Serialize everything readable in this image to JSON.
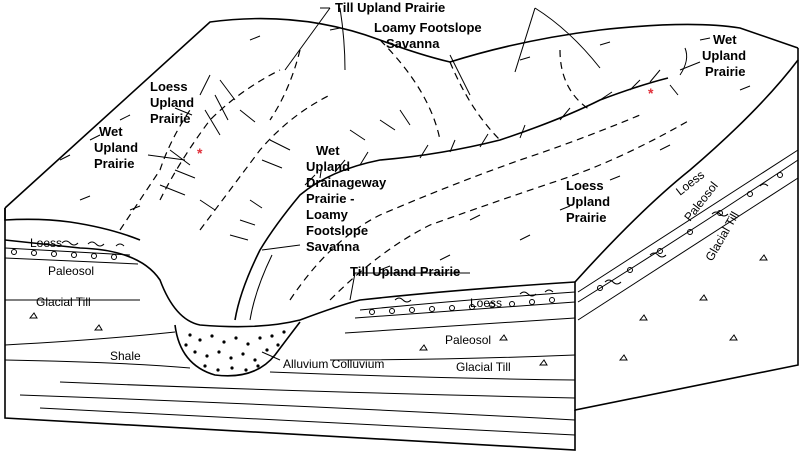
{
  "labels": {
    "till_upland_prairie_top": "Till Upland Prairie",
    "loamy_footslope_savanna_top": [
      "Loamy Footslope",
      "Savanna"
    ],
    "wet_upland_prairie_right": [
      "Wet",
      "Upland",
      "Prairie"
    ],
    "loess_upland_prairie_left": [
      "Loess",
      "Upland",
      "Prairie"
    ],
    "wet_upland_prairie_left": [
      "Wet",
      "Upland",
      "Prairie"
    ],
    "wet_upland_drainageway": [
      "Wet",
      "Upland",
      "Drainageway",
      "Prairie -",
      "Loamy",
      "Footslope",
      "Savanna"
    ],
    "loess_upland_prairie_right": [
      "Loess",
      "Upland",
      "Prairie"
    ],
    "till_upland_prairie_mid": "Till Upland Prairie"
  },
  "layers": {
    "loess_left": "Loess",
    "paleosol_left": "Paleosol",
    "glacial_till_left": "Glacial Till",
    "shale": "Shale",
    "alluvium_colluvium": "Alluvium Colluvium",
    "loess_front": "Loess",
    "paleosol_front": "Paleosol",
    "glacial_till_front": "Glacial Till",
    "loess_side": "Loess",
    "paleosol_side": "Paleosol",
    "glacial_till_side": "Glacial Till"
  },
  "markers": {
    "asterisk_color": "#e0303a"
  }
}
